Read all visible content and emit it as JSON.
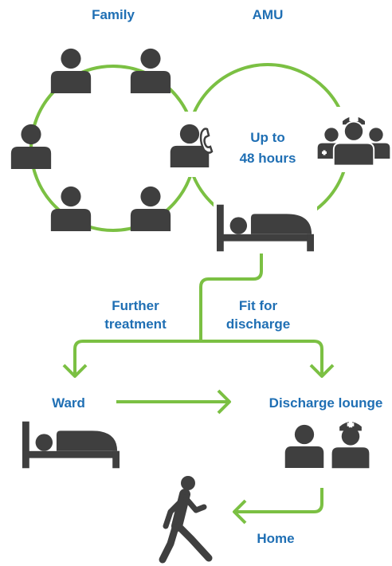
{
  "labels": {
    "family": "Family",
    "amu": "AMU",
    "duration_line1": "Up to",
    "duration_line2": "48 hours",
    "further_line1": "Further",
    "further_line2": "treatment",
    "fit_line1": "Fit for",
    "fit_line2": "discharge",
    "ward": "Ward",
    "discharge_lounge": "Discharge lounge",
    "home": "Home"
  },
  "colors": {
    "accent_green": "#7bc043",
    "label_blue": "#1f6fb4",
    "icon_grey": "#3f3f3f"
  },
  "icons": {
    "family_members": "person-icon",
    "phone": "phone-icon",
    "nurses": "nurse-icon",
    "bed": "bed-icon",
    "walking": "walking-person-icon"
  }
}
